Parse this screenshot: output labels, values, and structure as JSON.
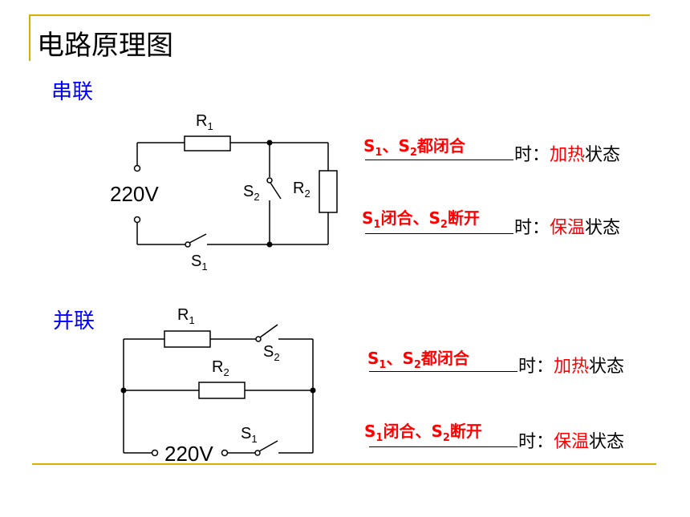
{
  "title": "电路原理图",
  "sections": {
    "series": "串联",
    "parallel": "并联"
  },
  "colors": {
    "accent_rule": "#d4b000",
    "section_heading": "#0000ff",
    "answer_text": "#ff0000"
  },
  "series_circuit": {
    "r1": "R",
    "r1_sub": "1",
    "r2": "R",
    "r2_sub": "2",
    "s1": "S",
    "s1_sub": "1",
    "s2": "S",
    "s2_sub": "2",
    "voltage": "220V"
  },
  "parallel_circuit": {
    "r1": "R",
    "r1_sub": "1",
    "r2": "R",
    "r2_sub": "2",
    "s1": "S",
    "s1_sub": "1",
    "s2": "S",
    "s2_sub": "2",
    "voltage": "220V"
  },
  "statements": [
    {
      "a": "S",
      "a_sub": "1",
      "b": "、S",
      "b_sub": "2",
      "c": "都闭合",
      "time": "时：",
      "state_red": "加热",
      "state_black": "状态"
    },
    {
      "a": "S",
      "a_sub": "1",
      "b": "闭合、S",
      "b_sub": "2",
      "c": "断开",
      "time": "时：",
      "state_red": "保温",
      "state_black": "状态"
    },
    {
      "a": "S",
      "a_sub": "1",
      "b": "、S",
      "b_sub": "2",
      "c": "都闭合",
      "time": "时：",
      "state_red": "加热",
      "state_black": "状态"
    },
    {
      "a": "S",
      "a_sub": "1",
      "b": "闭合、S",
      "b_sub": "2",
      "c": "断开",
      "time": "时：",
      "state_red": "保温",
      "state_black": "状态"
    }
  ]
}
